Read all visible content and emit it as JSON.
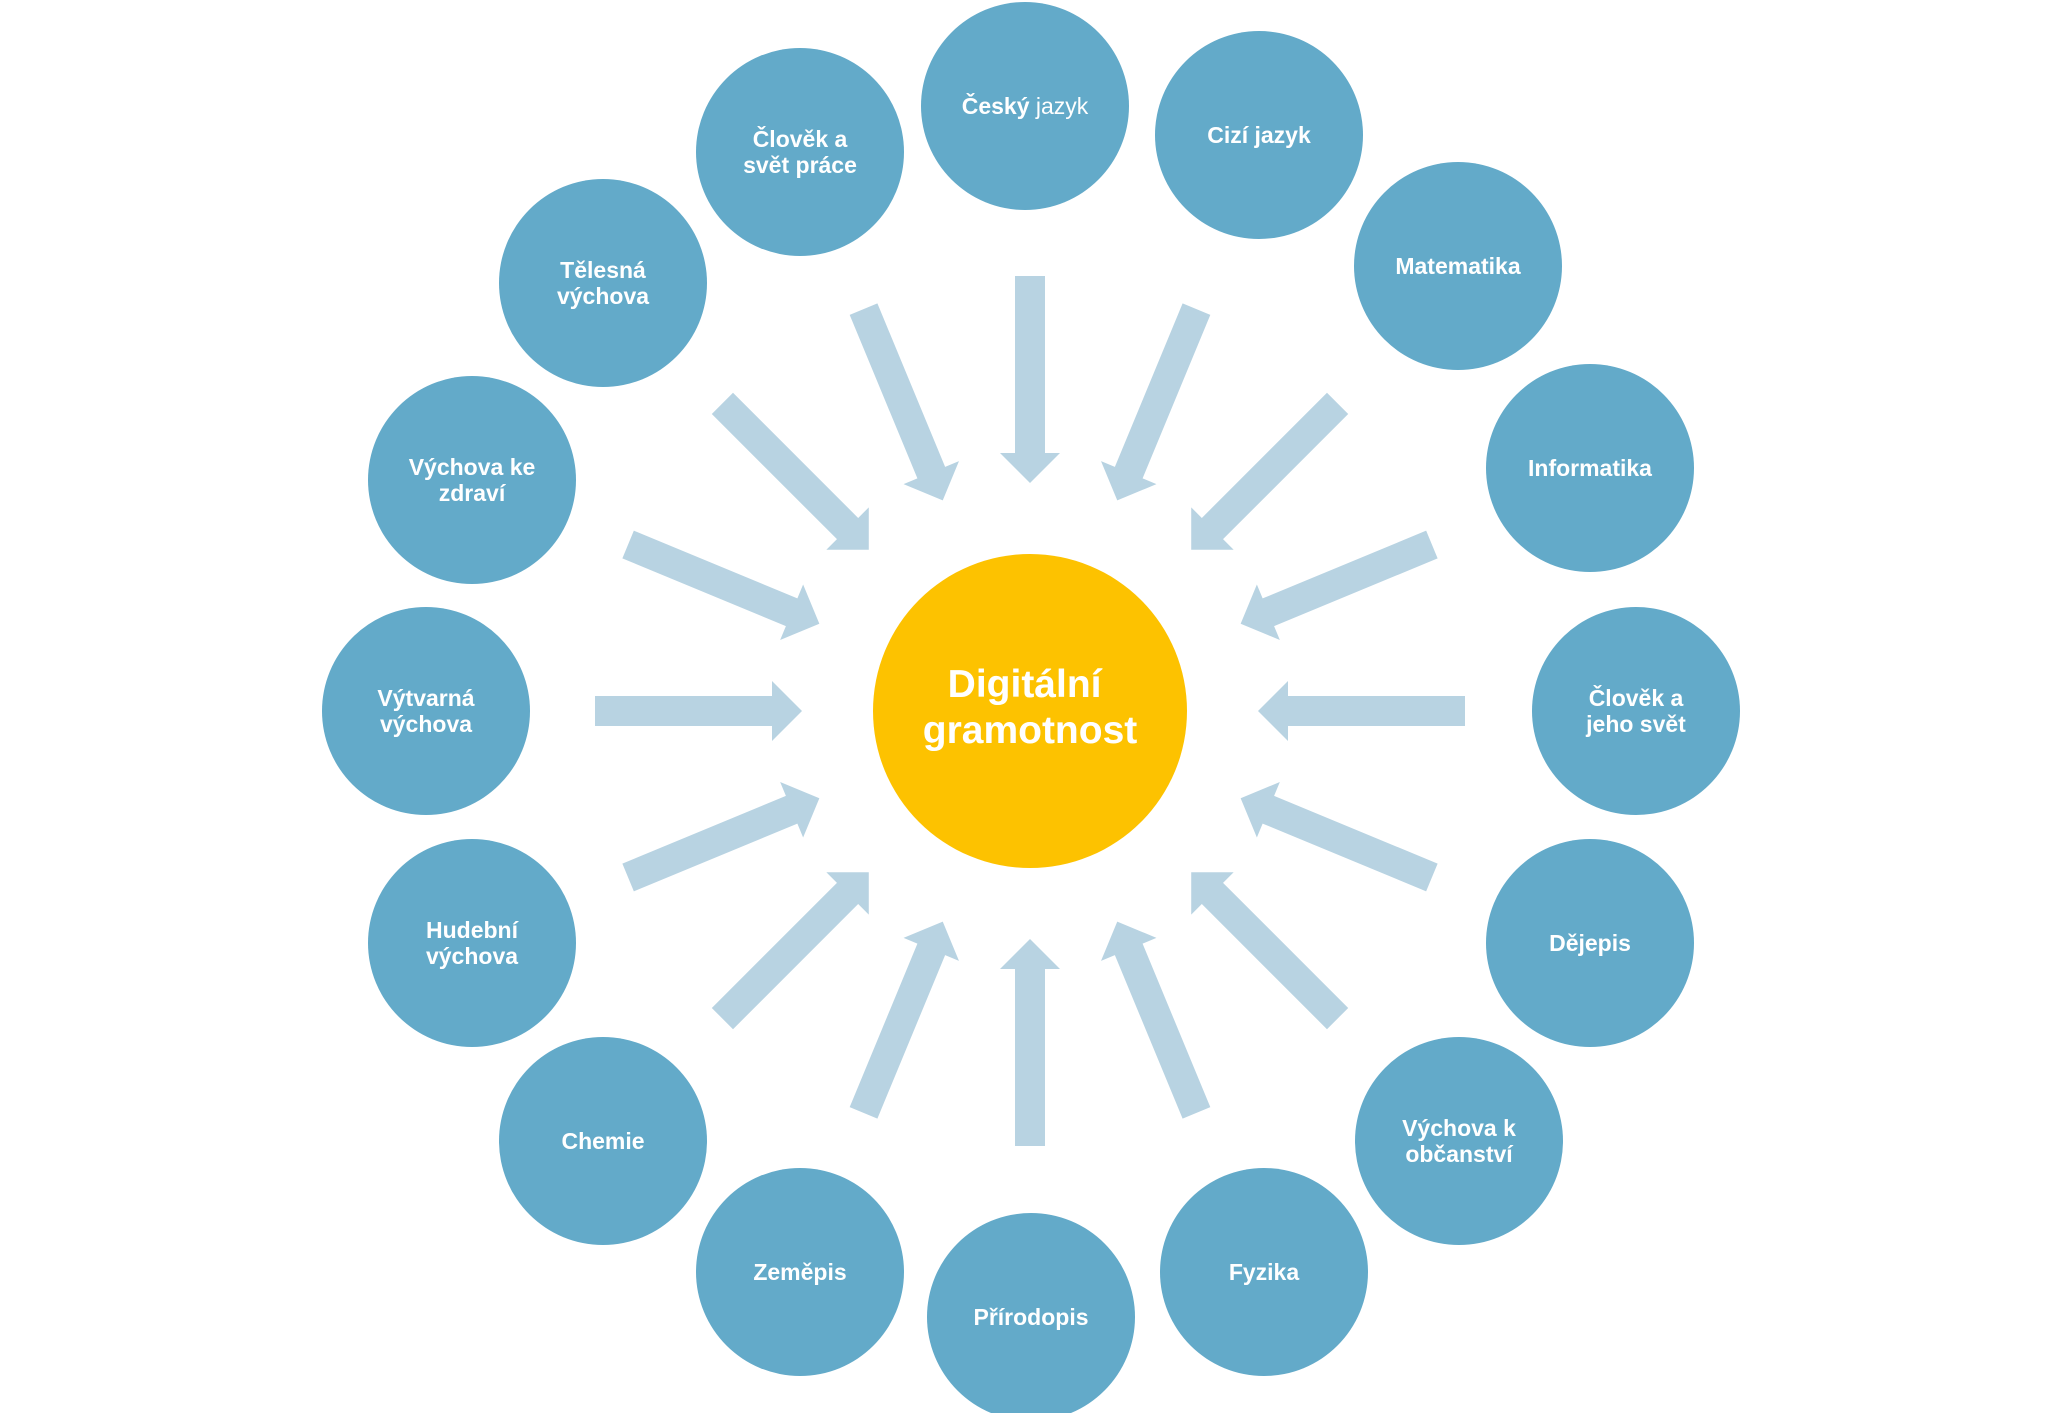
{
  "colors": {
    "subject_fill": "#63aac9",
    "center_fill": "#fdc200",
    "arrow_fill": "#b8d3e2",
    "text": "#ffffff",
    "background": "#ffffff"
  },
  "center": {
    "lines": [
      "Digitální",
      "gramotnost"
    ]
  },
  "subjects": [
    {
      "id": "cesky-jazyk",
      "lines": [
        [
          "Český",
          " jazyk"
        ]
      ]
    },
    {
      "id": "cizi-jazyk",
      "lines": [
        "Cizí jazyk"
      ]
    },
    {
      "id": "matematika",
      "lines": [
        "Matematika"
      ]
    },
    {
      "id": "informatika",
      "lines": [
        "Informatika"
      ]
    },
    {
      "id": "clovek-a-jeho-svet",
      "lines": [
        "Člověk a",
        "jeho svět"
      ]
    },
    {
      "id": "dejepis",
      "lines": [
        "Dějepis"
      ]
    },
    {
      "id": "vychova-k-obcanstvi",
      "lines": [
        "Výchova k",
        "občanství"
      ]
    },
    {
      "id": "fyzika",
      "lines": [
        "Fyzika"
      ]
    },
    {
      "id": "prirodopis",
      "lines": [
        "Přírodopis"
      ]
    },
    {
      "id": "zemepis",
      "lines": [
        "Zeměpis"
      ]
    },
    {
      "id": "chemie",
      "lines": [
        "Chemie"
      ]
    },
    {
      "id": "hudebni-vychova",
      "lines": [
        "Hudební",
        "výchova"
      ]
    },
    {
      "id": "vytvarna-vychova",
      "lines": [
        "Výtvarná",
        "výchova"
      ]
    },
    {
      "id": "vychova-ke-zdravi",
      "lines": [
        "Výchova ke",
        "zdraví"
      ]
    },
    {
      "id": "telesna-vychova",
      "lines": [
        "Tělesná",
        "výchova"
      ]
    },
    {
      "id": "clovek-a-svet-prace",
      "lines": [
        "Člověk a",
        "svět práce"
      ]
    }
  ]
}
